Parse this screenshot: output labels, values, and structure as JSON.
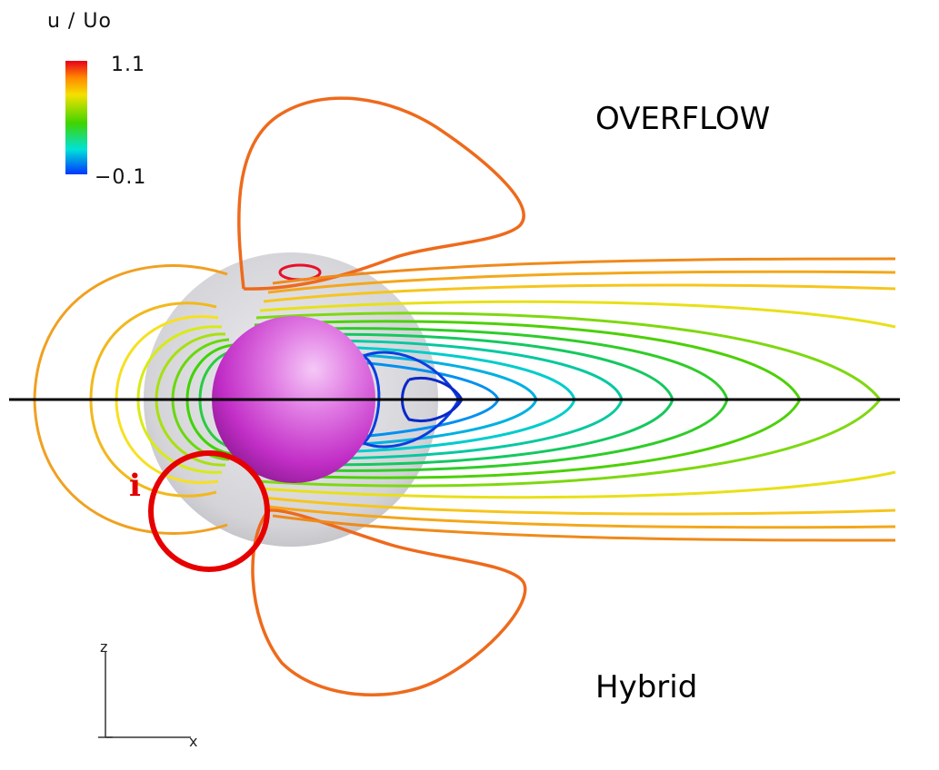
{
  "colorbar": {
    "title": "u / Uo",
    "max_label": "1.1",
    "min_label": "−0.1",
    "colors": [
      "#e8001a",
      "#ff8a00",
      "#f4e100",
      "#3fd400",
      "#00e2d8",
      "#0036ff"
    ]
  },
  "labels": {
    "top_region": "OVERFLOW",
    "bottom_region": "Hybrid",
    "marker": "i"
  },
  "axes": {
    "vertical": "z",
    "horizontal": "x"
  },
  "colors": {
    "sphere": "#d23ed6",
    "shell": "#bdbdc4",
    "highlight_circle": "#e60000",
    "divider": "#000000"
  }
}
